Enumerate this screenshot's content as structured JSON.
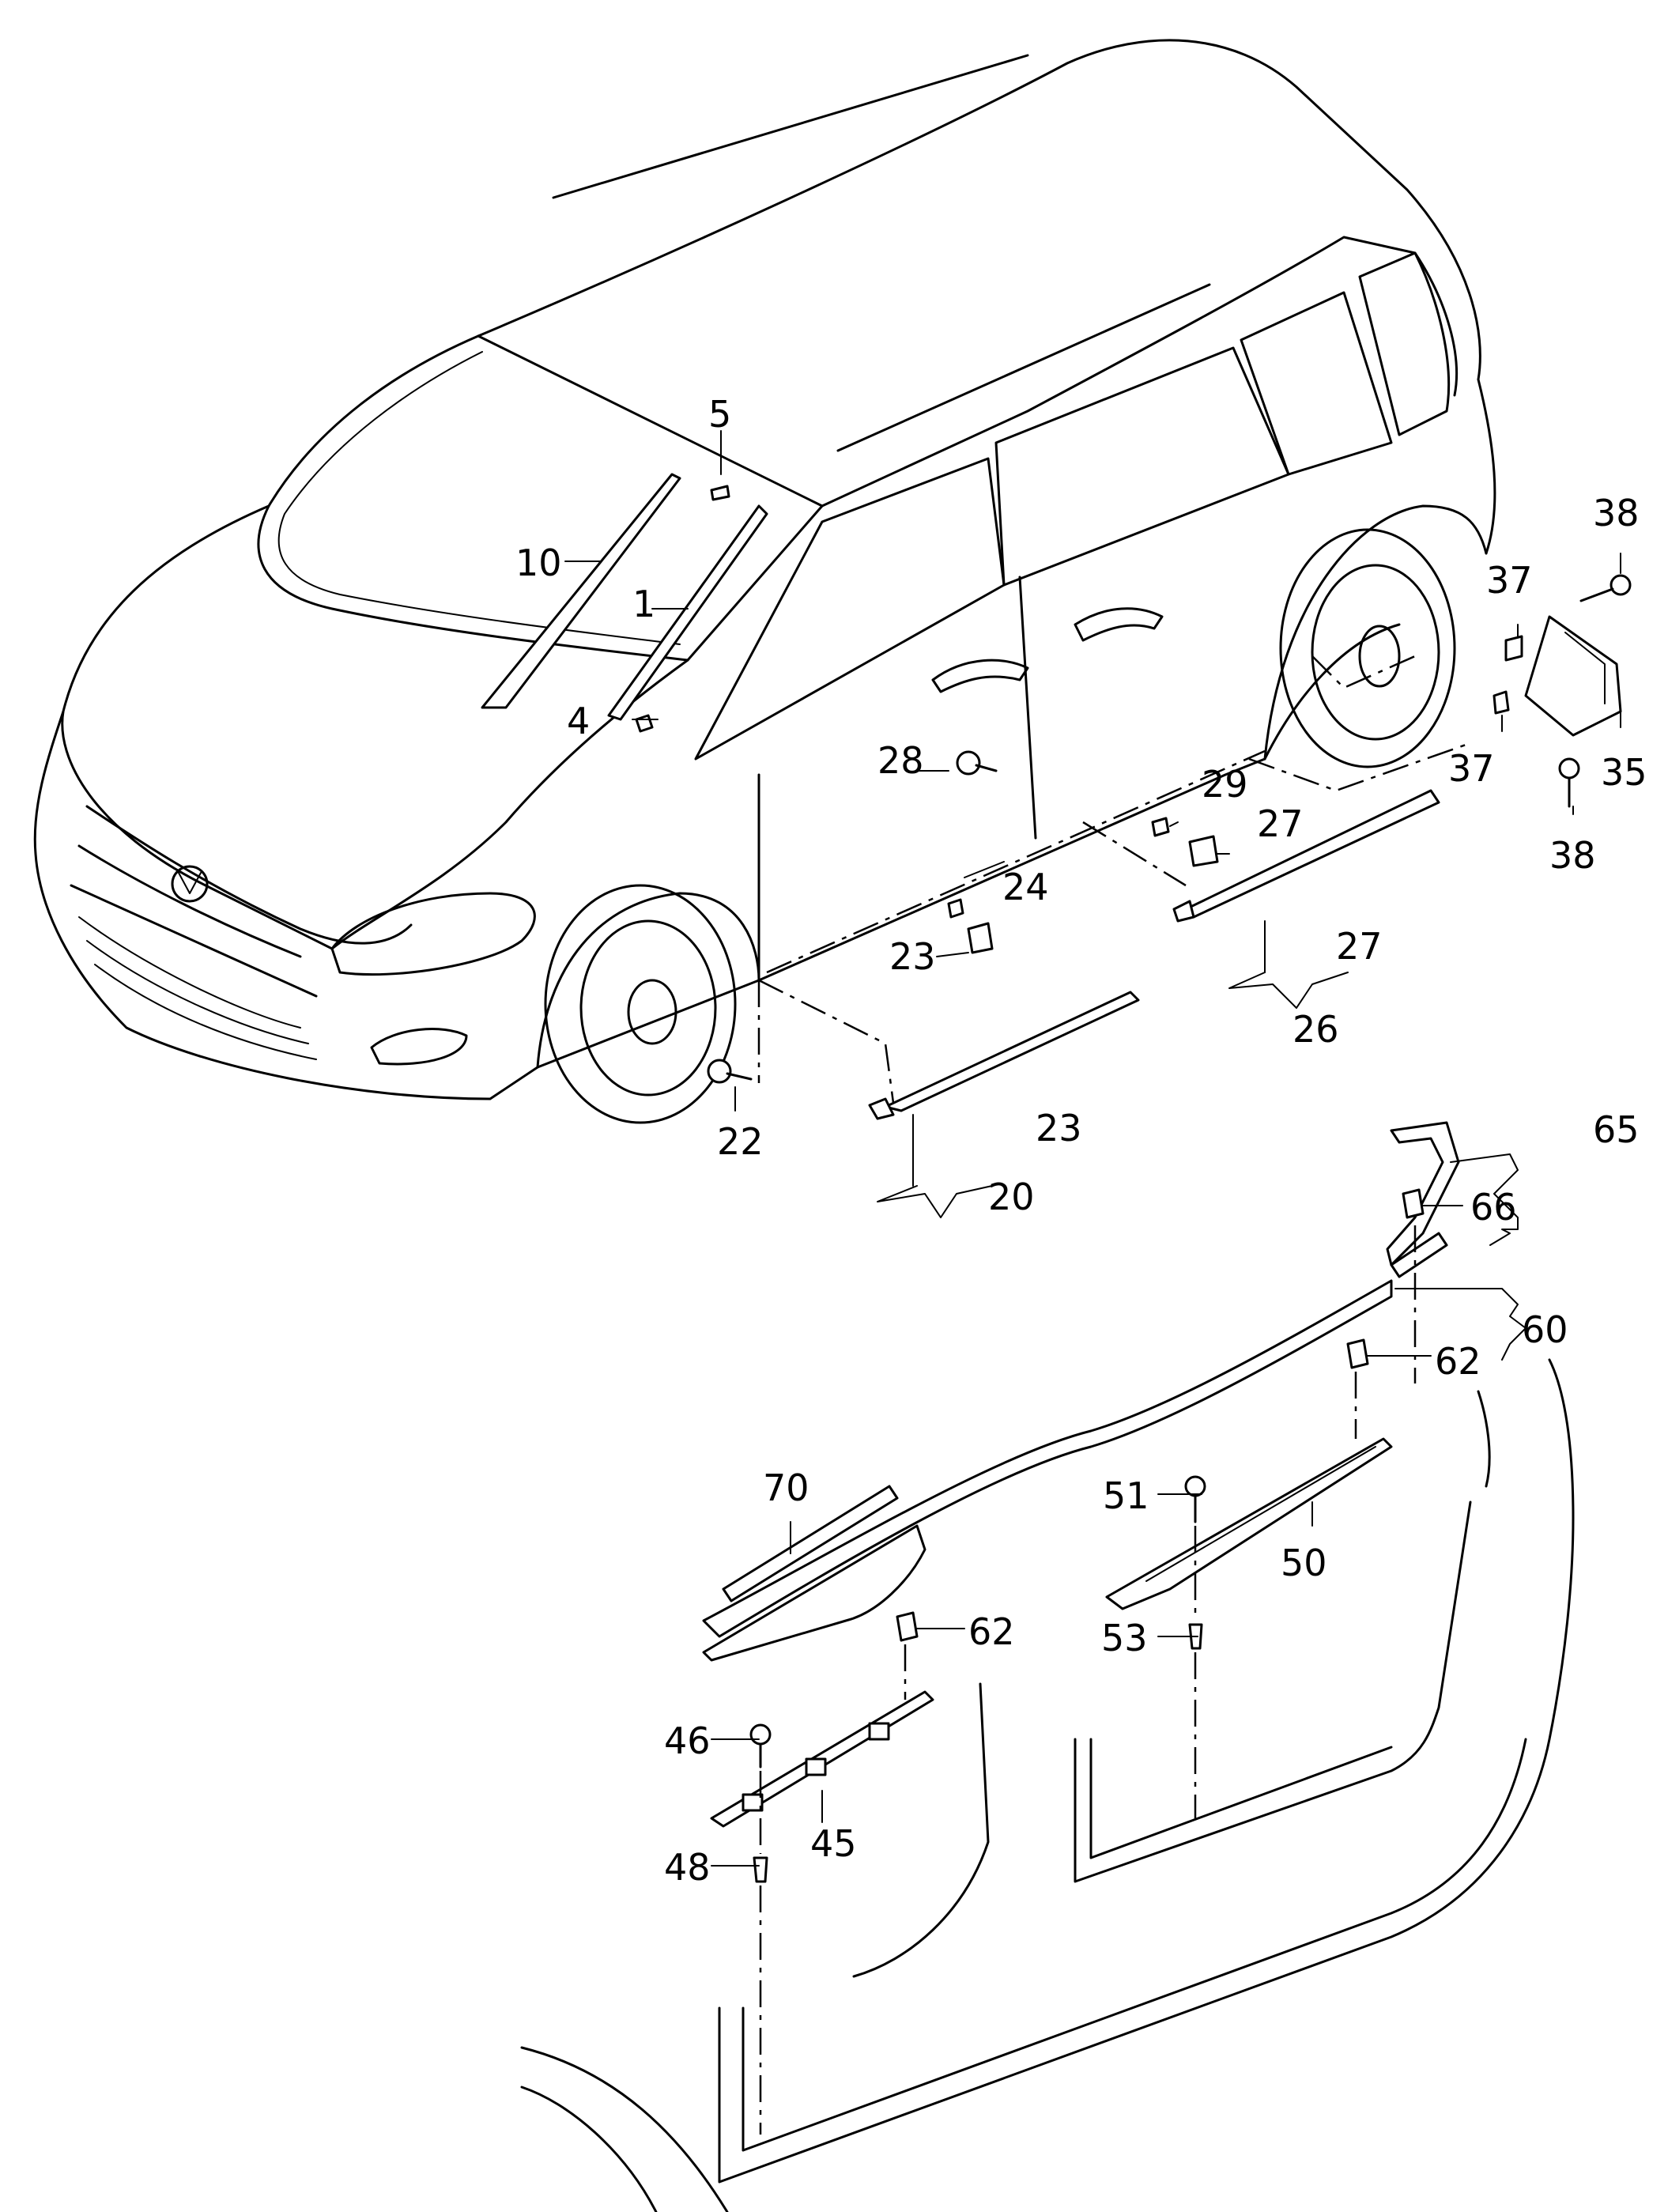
{
  "callouts": [
    {
      "id": "c1",
      "text": "1"
    },
    {
      "id": "c4",
      "text": "4"
    },
    {
      "id": "c5",
      "text": "5"
    },
    {
      "id": "c10",
      "text": "10"
    },
    {
      "id": "c20",
      "text": "20"
    },
    {
      "id": "c22",
      "text": "22"
    },
    {
      "id": "c23a",
      "text": "23"
    },
    {
      "id": "c23b",
      "text": "23"
    },
    {
      "id": "c24",
      "text": "24"
    },
    {
      "id": "c26",
      "text": "26"
    },
    {
      "id": "c27a",
      "text": "27"
    },
    {
      "id": "c27b",
      "text": "27"
    },
    {
      "id": "c28",
      "text": "28"
    },
    {
      "id": "c29",
      "text": "29"
    },
    {
      "id": "c35",
      "text": "35"
    },
    {
      "id": "c37a",
      "text": "37"
    },
    {
      "id": "c37b",
      "text": "37"
    },
    {
      "id": "c38a",
      "text": "38"
    },
    {
      "id": "c38b",
      "text": "38"
    },
    {
      "id": "c45",
      "text": "45"
    },
    {
      "id": "c46",
      "text": "46"
    },
    {
      "id": "c48",
      "text": "48"
    },
    {
      "id": "c50",
      "text": "50"
    },
    {
      "id": "c51",
      "text": "51"
    },
    {
      "id": "c53",
      "text": "53"
    },
    {
      "id": "c60",
      "text": "60"
    },
    {
      "id": "c62a",
      "text": "62"
    },
    {
      "id": "c62b",
      "text": "62"
    },
    {
      "id": "c65",
      "text": "65"
    },
    {
      "id": "c66",
      "text": "66"
    },
    {
      "id": "c70",
      "text": "70"
    }
  ]
}
